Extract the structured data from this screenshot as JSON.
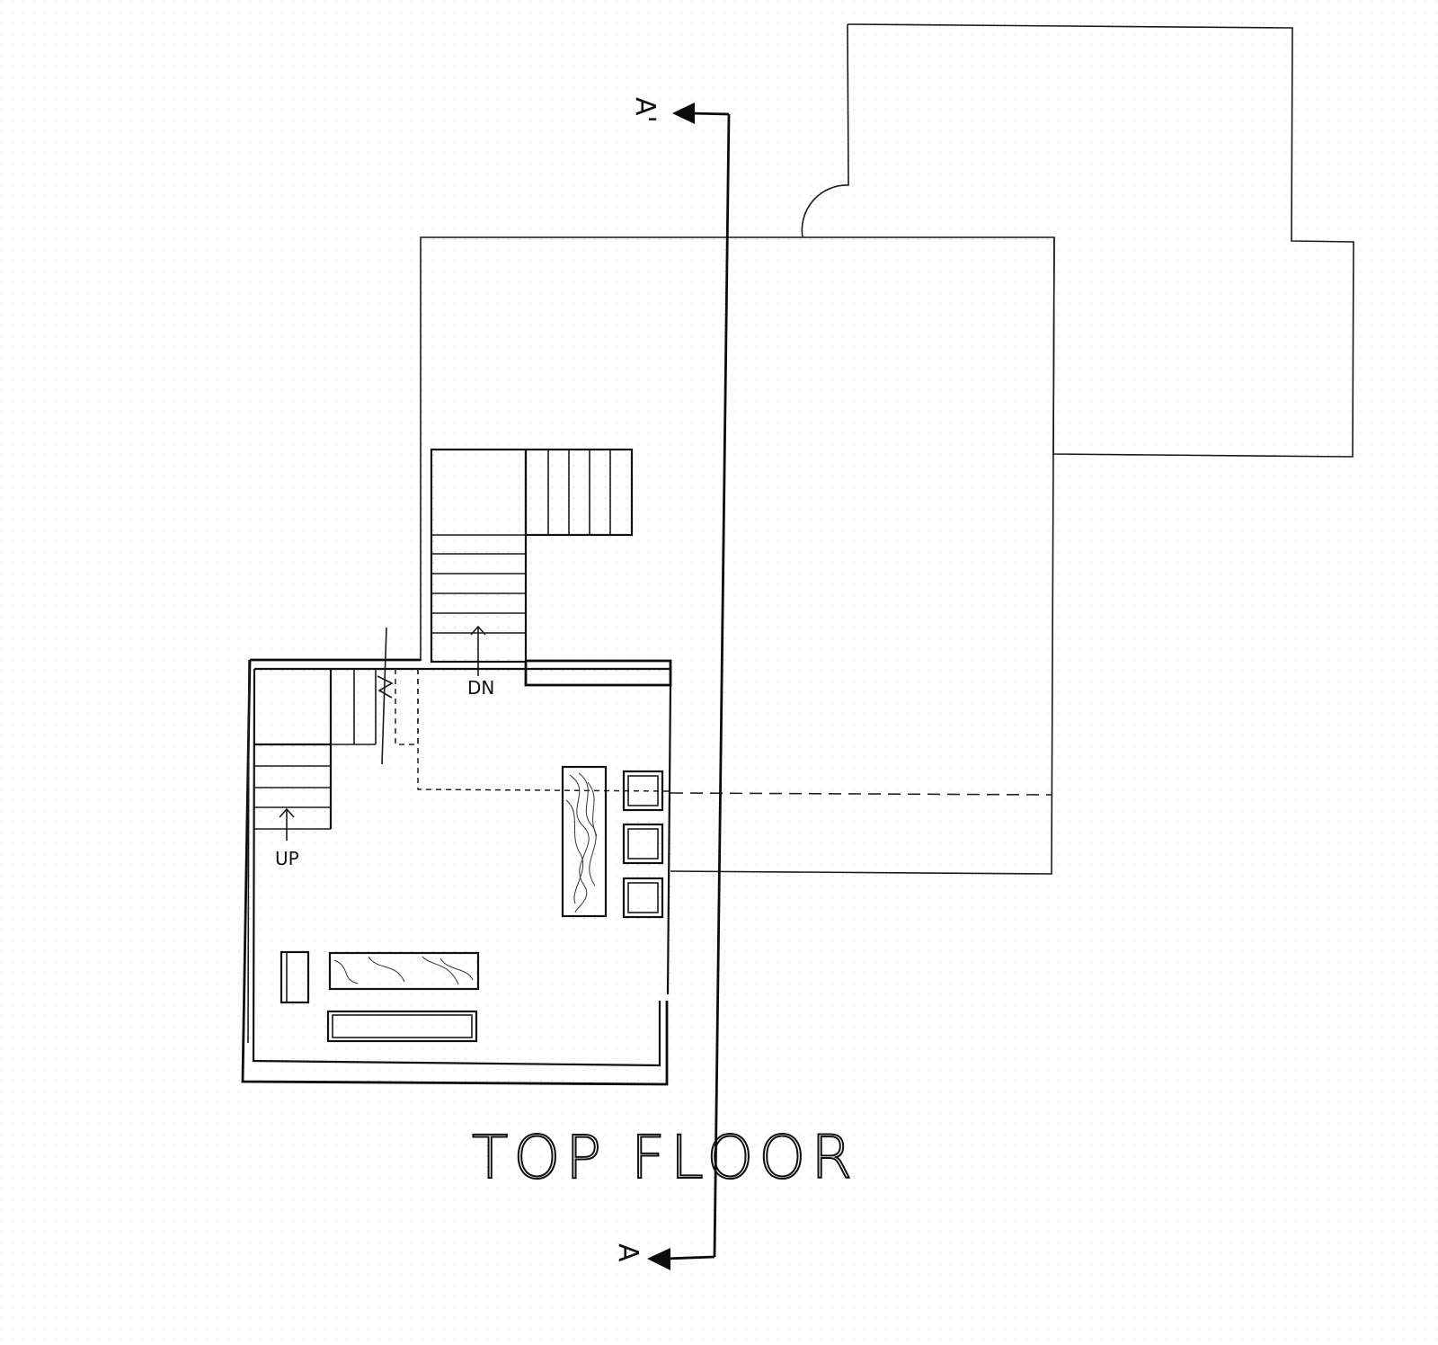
{
  "labels": {
    "title": "TOP FLOOR",
    "stair_up": "UP",
    "stair_down": "DN",
    "section_marker_top": "A'",
    "section_marker_bottom": "A"
  },
  "colors": {
    "line": "#111111",
    "paper": "#ffffff",
    "grid_dot": "#c9c9c9"
  }
}
